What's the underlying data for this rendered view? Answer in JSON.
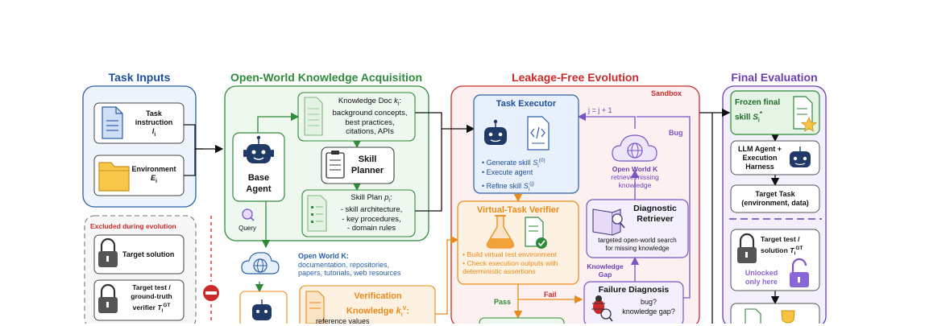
{
  "headers": {
    "task_inputs": "Task Inputs",
    "acquisition": "Open-World Knowledge Acquisition",
    "evolution": "Leakage-Free Evolution",
    "final": "Final Evaluation"
  },
  "colors": {
    "blue": "#1f4e9a",
    "green": "#2e8b3a",
    "red": "#cc2a2a",
    "purple": "#6a3fb5",
    "orange": "#e88a1a"
  },
  "task_inputs": {
    "task_instruction": "Task instruction",
    "task_instruction_symbol": "I",
    "task_instruction_sub": "i",
    "environment": "Environment",
    "environment_symbol": "E",
    "environment_sub": "i",
    "excluded_label": "Excluded during evolution",
    "target_solution": "Target solution",
    "target_test": "Target test / ground-truth verifier",
    "target_test_symbol": "T",
    "target_test_sub": "i",
    "target_test_sup": "GT"
  },
  "acquisition": {
    "base_agent": "Base Agent",
    "query": "Query",
    "knowledge_doc_title": "Knowledge Doc",
    "knowledge_doc_symbol": "k",
    "knowledge_doc_sub": "i",
    "knowledge_doc_lines": [
      "background concepts,",
      "best practices,",
      "citations, APIs"
    ],
    "skill_planner": "Skill Planner",
    "skill_plan_title": "Skill Plan",
    "skill_plan_symbol": "p",
    "skill_plan_sub": "i",
    "skill_plan_lines": [
      "- skill architecture,",
      "- key procedures,",
      "- domain rules"
    ],
    "open_world_title": "Open World K:",
    "open_world_lines": [
      "documentation, repositories,",
      "papers, tutorials, web resources"
    ],
    "verification_title": "Verification",
    "verification_knowledge": "Knowledge",
    "verification_symbol": "k",
    "verification_sub": "i",
    "verification_sup": "V",
    "verification_line": "reference values"
  },
  "evolution": {
    "sandbox": "Sandbox",
    "loop_label": "j = j + 1",
    "bug_label": "Bug",
    "task_executor": "Task Executor",
    "executor_items": [
      "Generate skill",
      "Execute agent",
      "Refine skill"
    ],
    "executor_symbol": "S",
    "executor_sub": "i",
    "executor_sup_1": "(0)",
    "executor_sup_3": "(j)",
    "open_world_title": "Open World K",
    "open_world_lines": [
      "retrieve missing",
      "knowledge"
    ],
    "verifier_title": "Virtual-Task Verifier",
    "verifier_items": [
      "Build virtual test environment",
      "Check execution outputs with deterministic assertions"
    ],
    "diagnostic_title": "Diagnostic Retriever",
    "diagnostic_lines": [
      "targeted open-world search",
      "for missing knowledge"
    ],
    "knowledge_gap": "Knowledge Gap",
    "failure_title": "Failure Diagnosis",
    "failure_lines": [
      "bug?",
      "knowledge gap?"
    ],
    "pass_label": "Pass",
    "fail_label": "Fail"
  },
  "final": {
    "frozen_title": "Frozen final skill",
    "frozen_symbol": "S",
    "frozen_sub": "i",
    "frozen_sup": "*",
    "llm_agent": "LLM Agent + Execution Harness",
    "target_task": "Target Task (environment, data)",
    "target_test": "Target test / solution",
    "target_test_symbol": "T",
    "target_test_sub": "i",
    "target_test_sup": "GT",
    "unlocked": "Unlocked only here"
  }
}
